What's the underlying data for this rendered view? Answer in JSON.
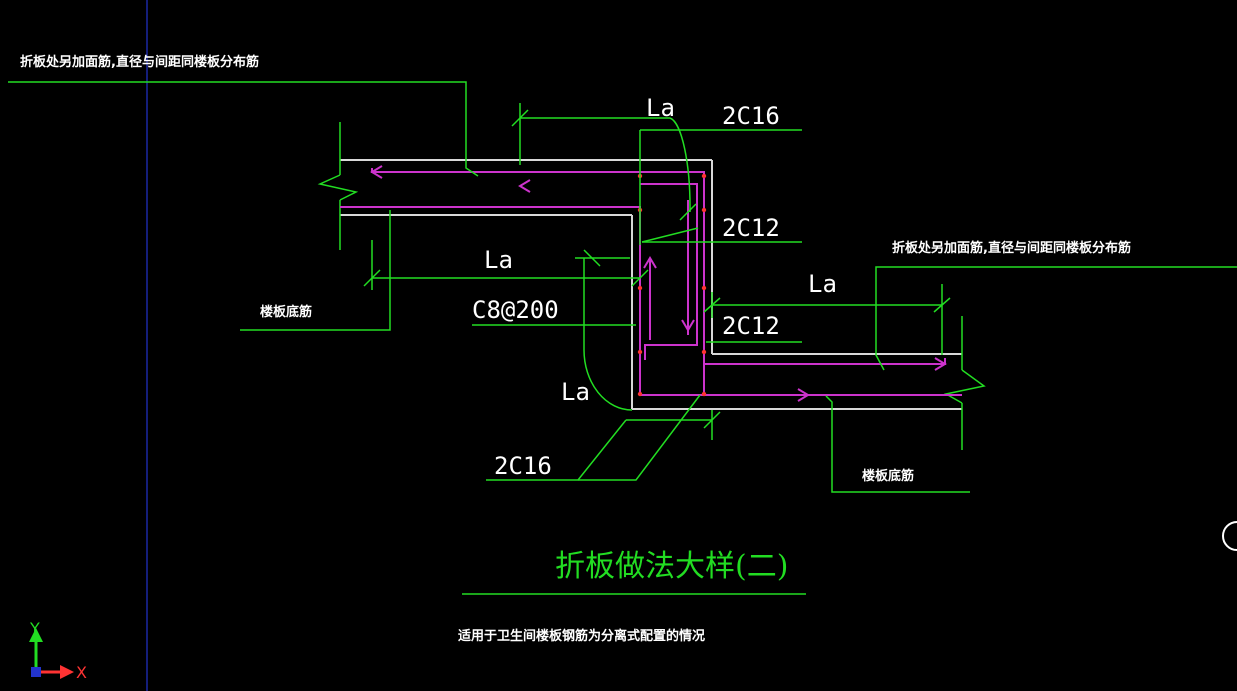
{
  "colors": {
    "background": "#000000",
    "leader": "#22dd22",
    "slab_outline": "#d8d8d8",
    "rebar": "#cc33cc",
    "rebar_dots": "#ff3333",
    "ucs_y": "#22dd22",
    "ucs_x": "#ff3333",
    "crosshair": "#2233cc"
  },
  "annotations": {
    "top_left_note": "折板处另加面筋,直径与间距同楼板分布筋",
    "right_note": "折板处另加面筋,直径与间距同楼板分布筋",
    "left_bottom_rebar": "楼板底筋",
    "right_bottom_rebar": "楼板底筋"
  },
  "dimensions": {
    "la_top": "La",
    "la_left": "La",
    "la_right": "La",
    "la_bottom": "La",
    "bar_top": "2C16",
    "bar_mid_upper": "2C12",
    "bar_mid_lower": "2C12",
    "stirrup": "C8@200",
    "bar_bottom": "2C16"
  },
  "title": "折板做法大样(二)",
  "note": "适用于卫生间楼板钢筋为分离式配置的情况",
  "ucs": {
    "y_label": "Y",
    "x_label": "X"
  }
}
